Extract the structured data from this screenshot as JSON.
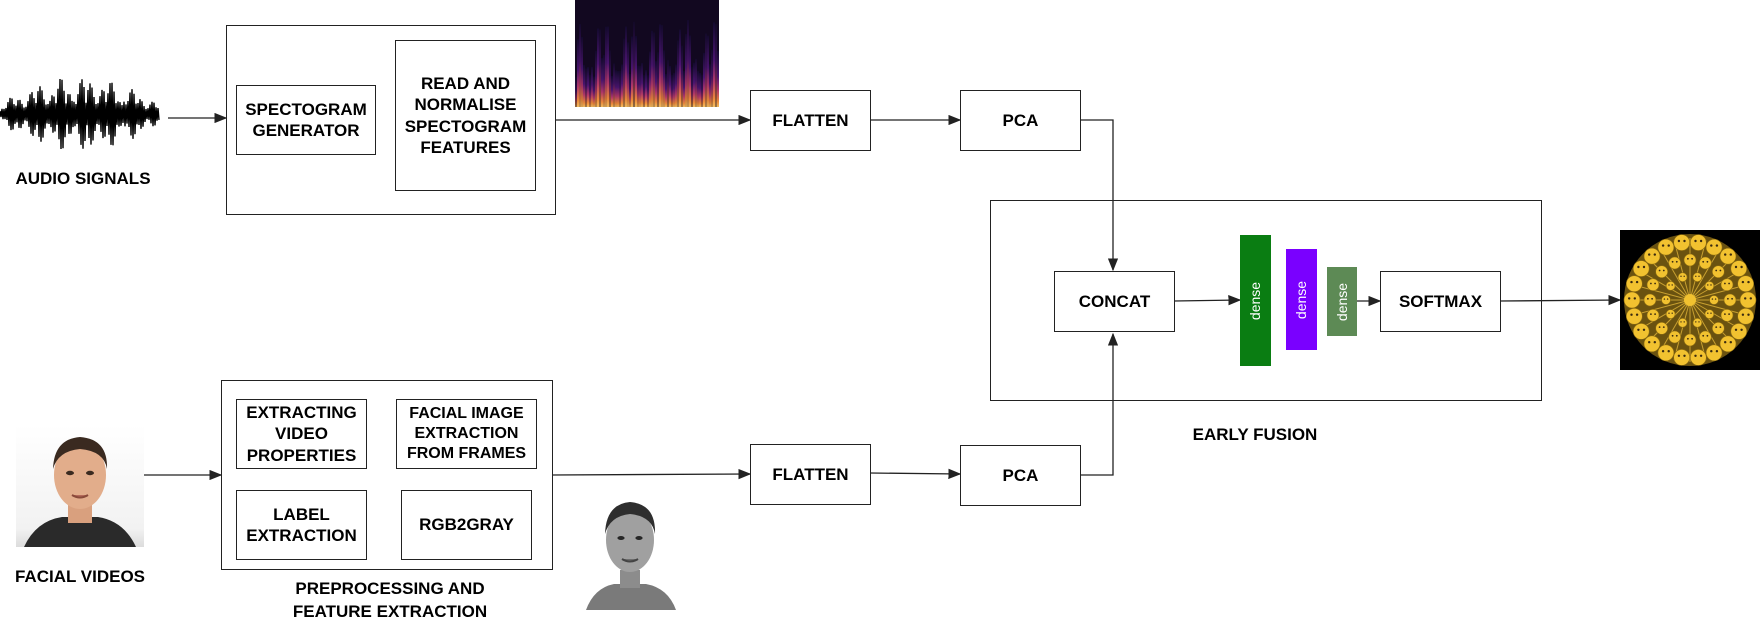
{
  "labels": {
    "audio_signals": "AUDIO SIGNALS",
    "facial_videos": "FACIAL VIDEOS",
    "early_fusion": "EARLY FUSION",
    "preprocessing": "PREPROCESSING AND\nFEATURE EXTRACTION"
  },
  "audio_pipeline": {
    "spectogram_generator": "SPECTOGRAM\nGENERATOR",
    "read_normalise": "READ AND\nNORMALISE\nSPECTOGRAM\nFEATURES",
    "flatten": "FLATTEN",
    "pca": "PCA"
  },
  "video_pipeline": {
    "extracting_props": "EXTRACTING\nVIDEO\nPROPERTIES",
    "facial_extraction": "FACIAL IMAGE\nEXTRACTION\nFROM FRAMES",
    "label_extraction": "LABEL\nEXTRACTION",
    "rgb2gray": "RGB2GRAY",
    "flatten": "FLATTEN",
    "pca": "PCA"
  },
  "fusion": {
    "concat": "CONCAT",
    "dense_layers": [
      {
        "label": "dense",
        "color": "#0a7d12"
      },
      {
        "label": "dense",
        "color": "#7a00ff"
      },
      {
        "label": "dense",
        "color": "#5d8a55"
      }
    ],
    "softmax": "SOFTMAX"
  },
  "colors": {
    "line": "#222222",
    "spectrogram_bg": "#120820",
    "emoji_face": "#f2c230"
  }
}
